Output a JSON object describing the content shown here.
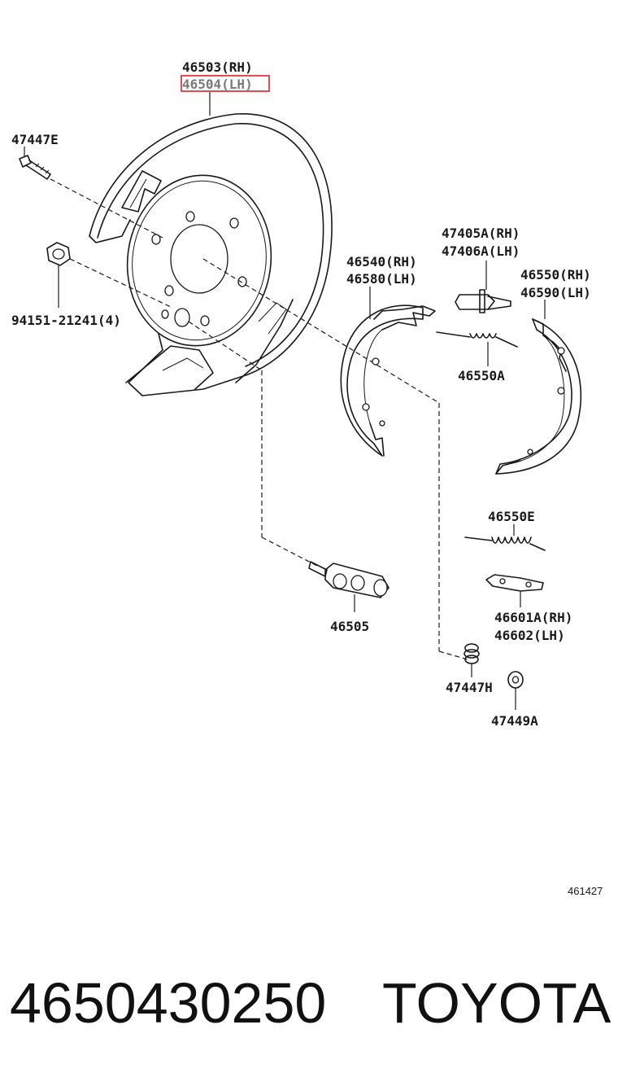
{
  "labels": {
    "backing_plate_rh": "46503(RH)",
    "backing_plate_lh": "46504(LH)",
    "bolt": "47447E",
    "nut": "94151-21241(4)",
    "shoe_front_rh": "46540(RH)",
    "shoe_front_lh": "46580(LH)",
    "hold_pin_rh": "47405A(RH)",
    "hold_pin_lh": "47406A(LH)",
    "shoe_rear_rh": "46550(RH)",
    "shoe_rear_lh": "46590(LH)",
    "spring_upper": "46550A",
    "spring_lower": "46550E",
    "wheel_cylinder": "46505",
    "lever_rh": "46601A(RH)",
    "lever_lh": "46602(LH)",
    "spring_cup": "47447H",
    "washer": "47449A"
  },
  "diagram_code": "461427",
  "footer": {
    "part_number": "4650430250",
    "brand": "TOYOTA"
  },
  "colors": {
    "highlight_box": "#e0202a",
    "line": "#1a1a1a"
  }
}
